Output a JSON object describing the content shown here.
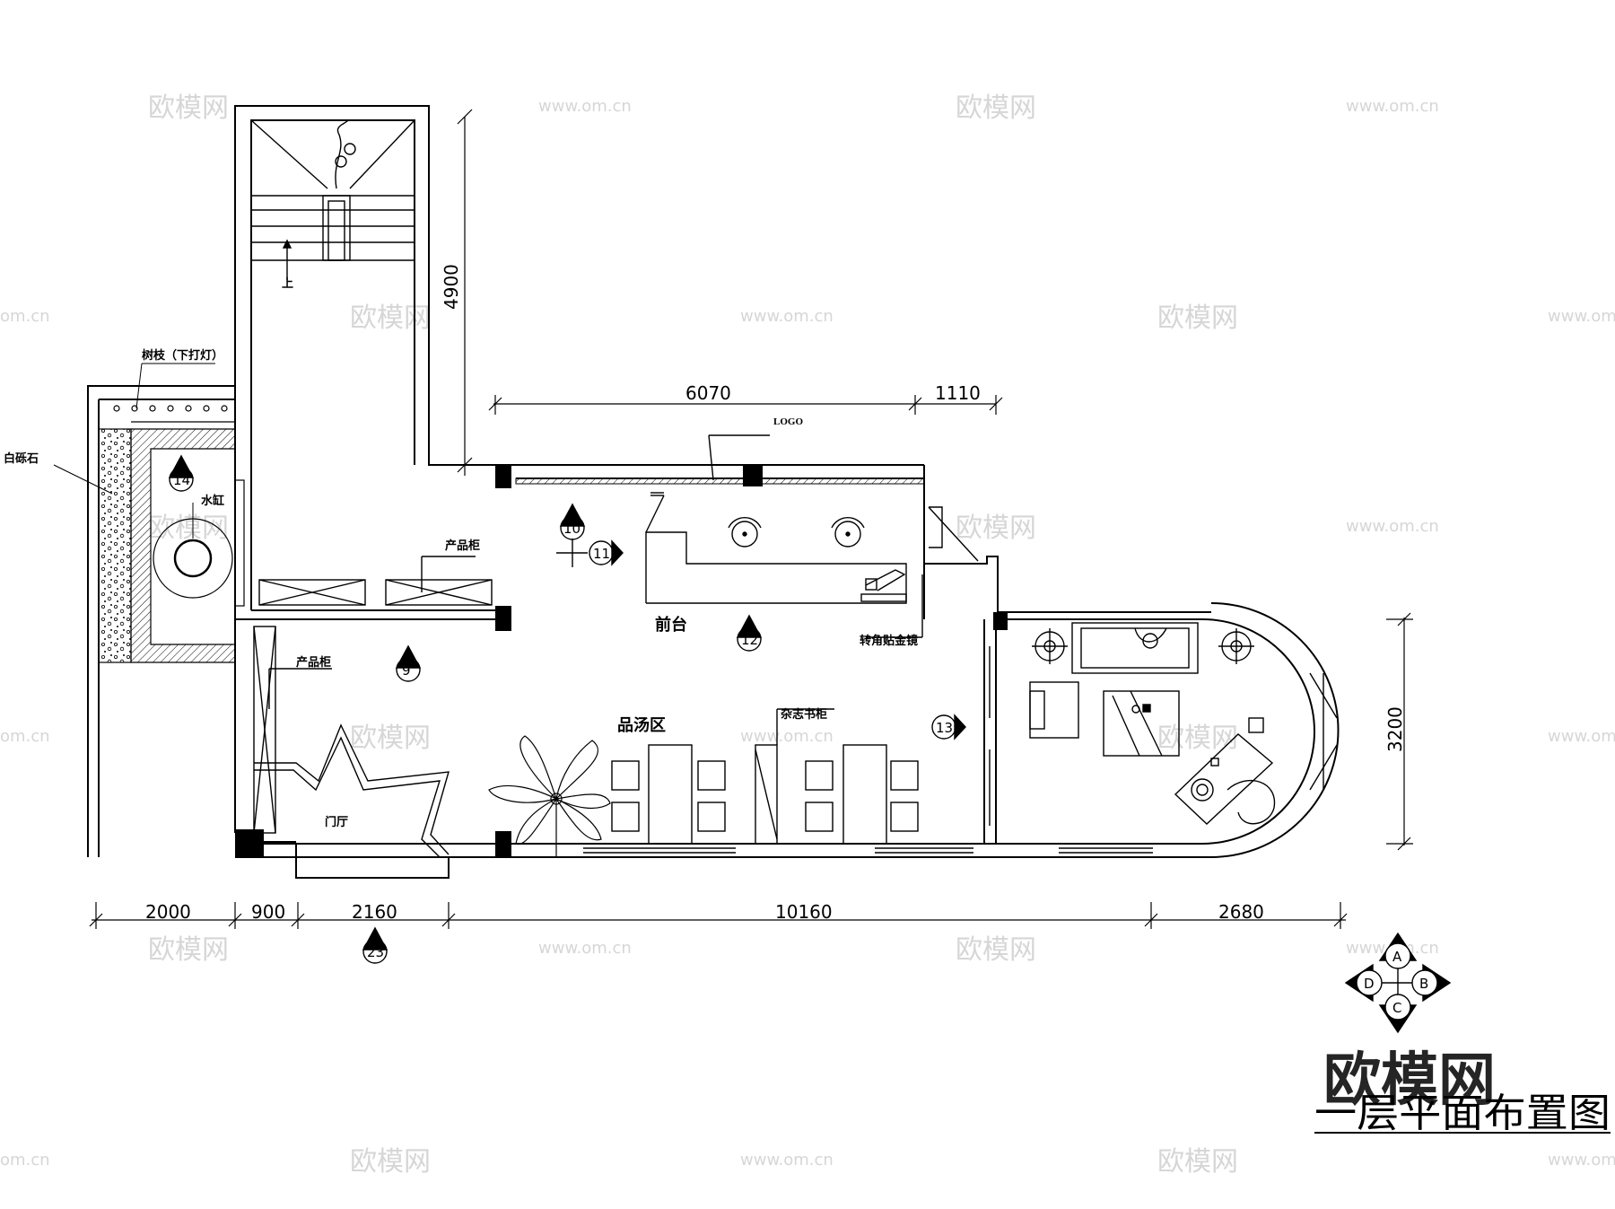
{
  "labels": {
    "stair_up": "上",
    "branch_lights": "树枝（下打灯）",
    "white_pebbles": "白砾石",
    "water_tank": "水缸",
    "product_cabinet_top": "产品柜",
    "product_cabinet_left": "产品柜",
    "logo": "LOGO",
    "reception": "前台",
    "corner_mirror": "转角贴金镜",
    "tasting_area": "品汤区",
    "magazine_shelf": "杂志书柜",
    "foyer": "门厅"
  },
  "dimensions": {
    "stair_height": "4900",
    "top_span_1": "6070",
    "top_span_2": "1110",
    "right_height": "3200",
    "bottom_1": "2000",
    "bottom_2": "900",
    "bottom_3": "2160",
    "bottom_4": "10160",
    "bottom_5": "2680"
  },
  "view_markers": {
    "m9": "9",
    "m10": "10",
    "m11": "11",
    "m12": "12",
    "m13": "13",
    "m14": "14",
    "m23": "23"
  },
  "compass": {
    "a": "A",
    "b": "B",
    "c": "C",
    "d": "D"
  },
  "title": "一层平面布置图",
  "watermark": {
    "brand": "欧模网",
    "url": "www.om.cn",
    "url_short": "om.cn"
  }
}
